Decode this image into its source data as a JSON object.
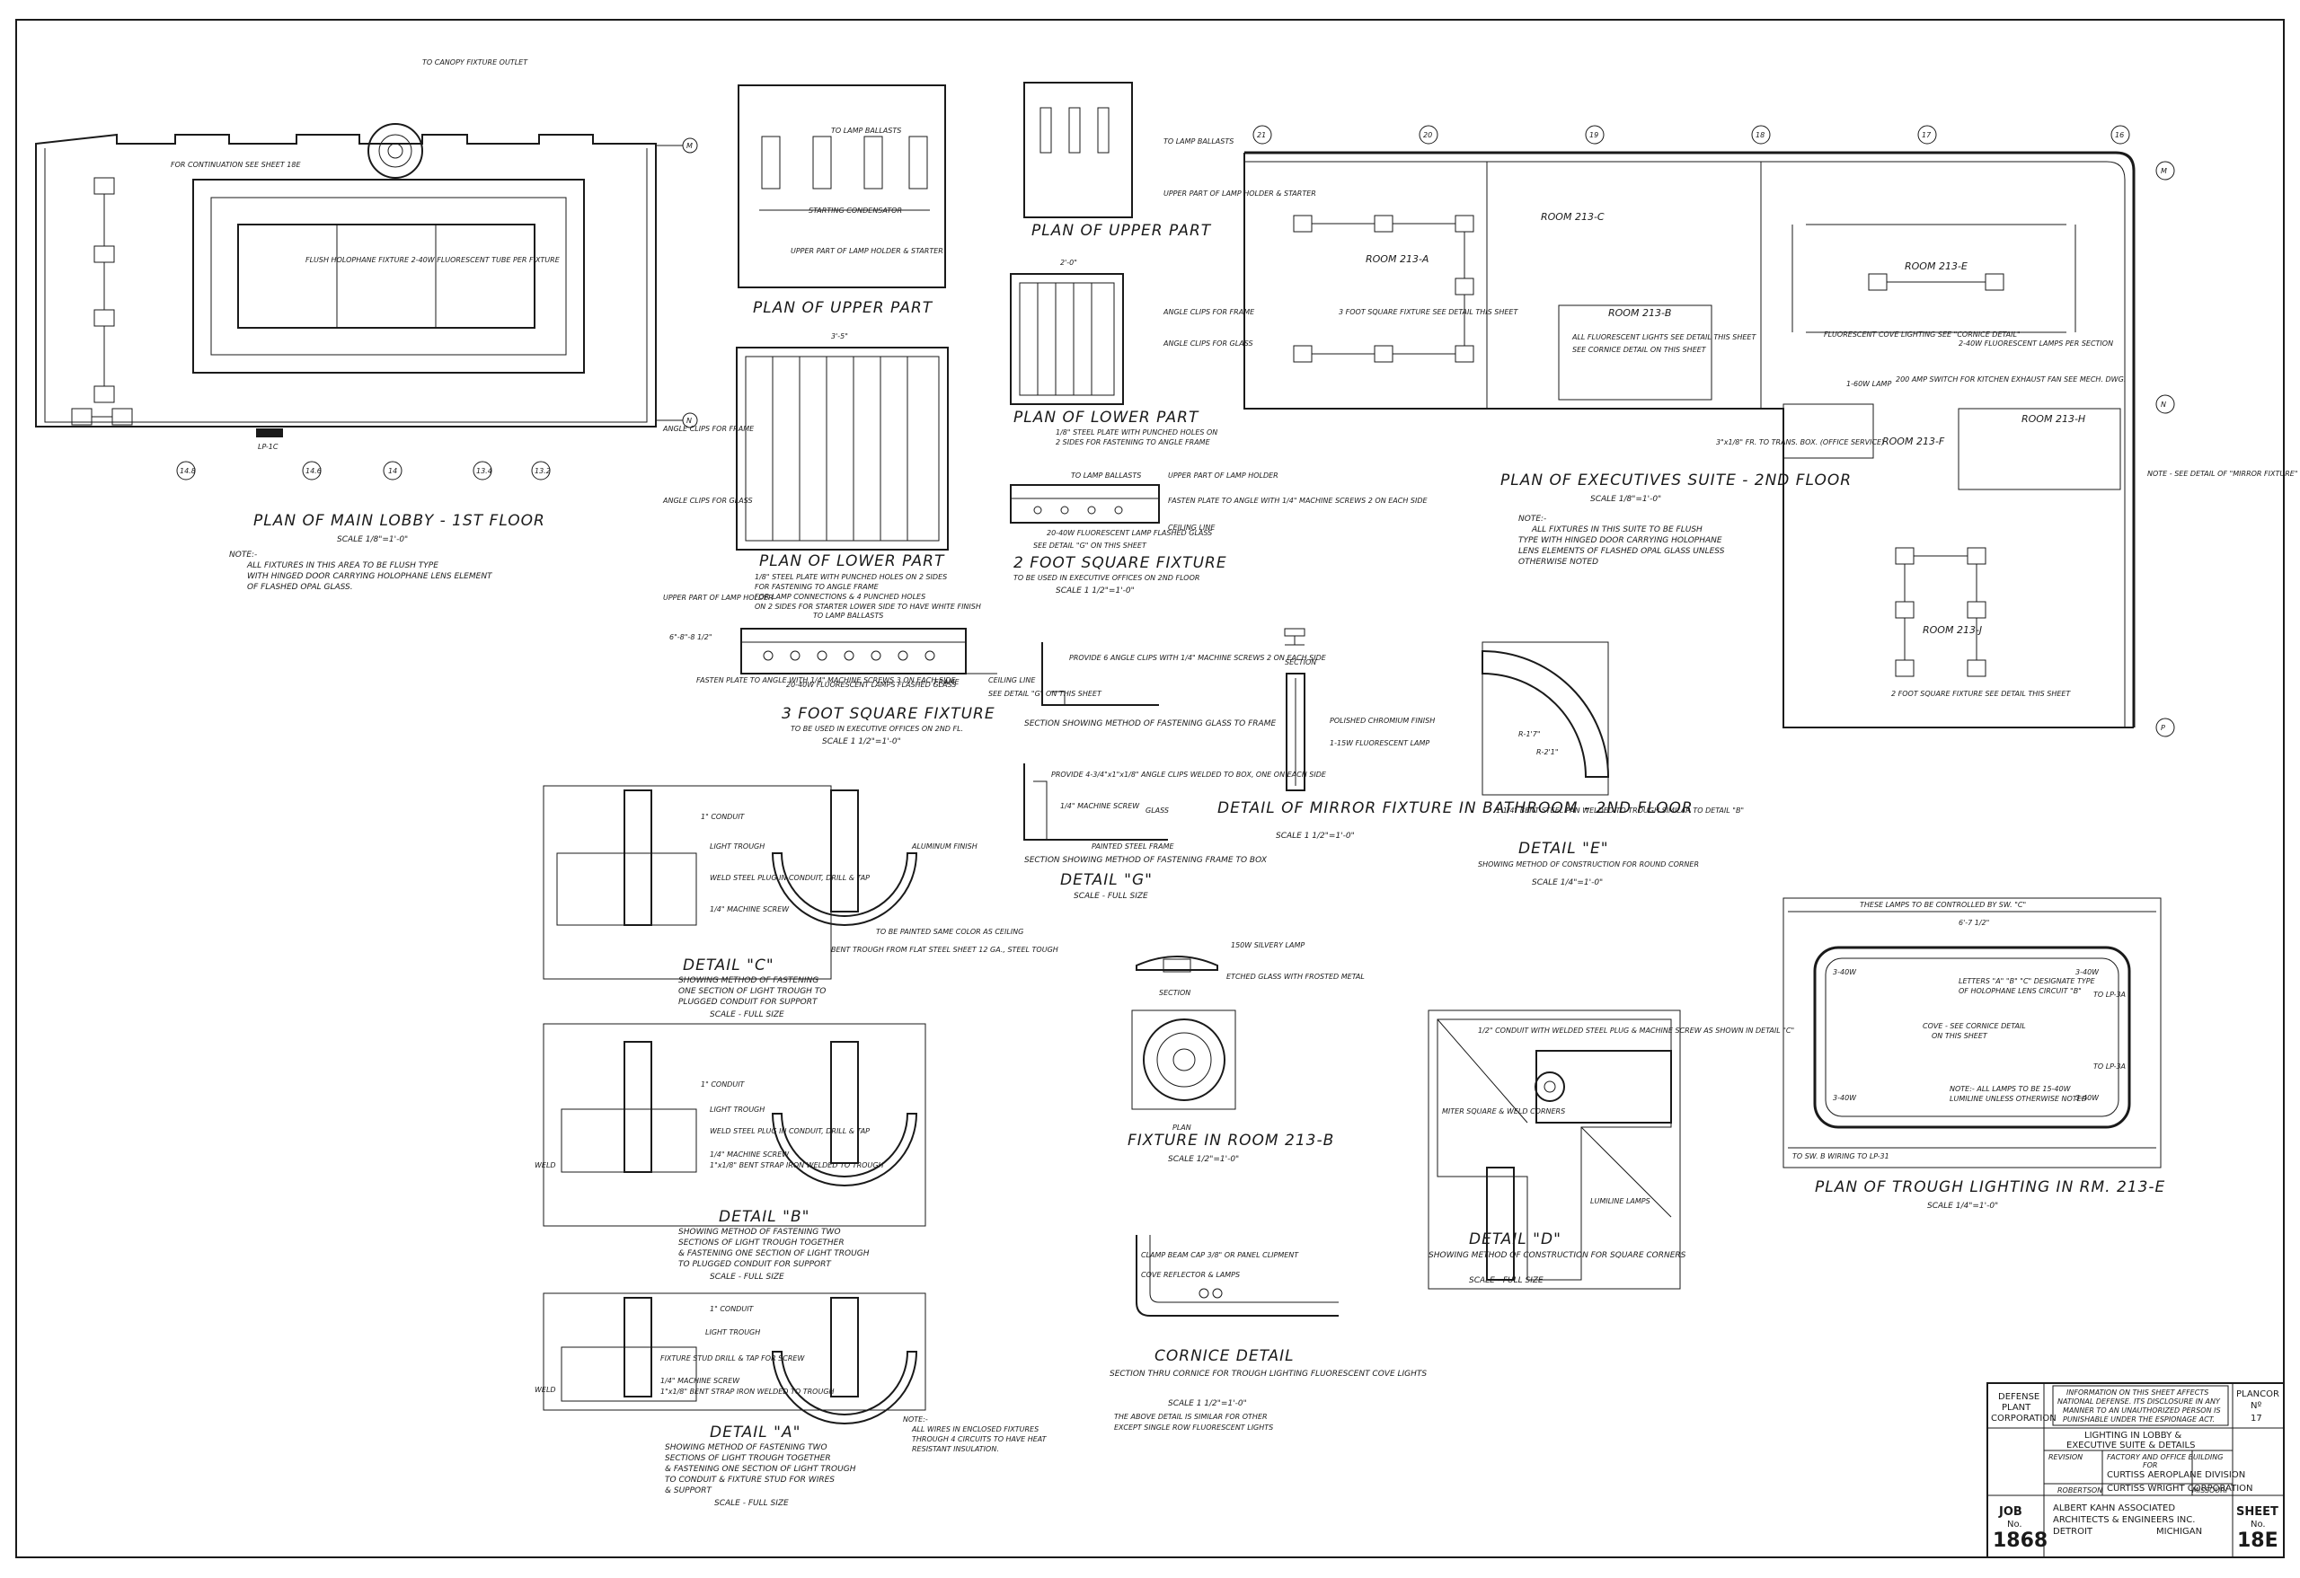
{
  "sheet": {
    "main_lobby": {
      "title": "PLAN OF MAIN LOBBY - 1ST FLOOR",
      "scale": "SCALE 1/8\"=1'-0\"",
      "note_head": "NOTE:-",
      "note_1": "ALL FIXTURES IN THIS AREA TO BE FLUSH TYPE",
      "note_2": "WITH HINGED DOOR CARRYING HOLOPHANE LENS ELEMENT",
      "note_3": "OF FLASHED OPAL GLASS.",
      "canopy_label": "TO CANOPY FIXTURE OUTLET",
      "continuation_label": "FOR CONTINUATION SEE SHEET 18E",
      "flush_label": "FLUSH HOLOPHANE FIXTURE 2-40W FLUORESCENT TUBE PER FIXTURE",
      "panel_label": "LP-1C",
      "col_markers": [
        "14.8",
        "14.6",
        "14",
        "13.4",
        "13.2"
      ],
      "row_marker_top": "M",
      "row_marker_bottom": "N"
    },
    "upper_plan": {
      "title": "PLAN OF UPPER PART",
      "ballast_label": "TO LAMP BALLASTS",
      "starting_label": "STARTING CONDENSATOR",
      "holder_label": "UPPER PART OF LAMP HOLDER & STARTER",
      "dim_label": "6\"-8\"-8 1/2\""
    },
    "lower_plan": {
      "title": "PLAN OF LOWER PART",
      "top_dim": "3'-5\"",
      "angle_clips_frame": "ANGLE CLIPS FOR FRAME",
      "angle_clips_glass": "ANGLE CLIPS FOR GLASS",
      "note_1": "1/8\" STEEL PLATE WITH PUNCHED HOLES ON 2 SIDES",
      "note_2": "FOR FASTENING TO ANGLE FRAME",
      "note_3": "FOR LAMP CONNECTIONS & 4 PUNCHED HOLES",
      "note_4": "ON 2 SIDES FOR STARTER LOWER SIDE TO HAVE WHITE FINISH"
    },
    "fixture3": {
      "title": "3 FOOT SQUARE FIXTURE",
      "subtitle": "TO BE USED IN EXECUTIVE OFFICES ON 2ND FL.",
      "scale": "SCALE 1 1/2\"=1'-0\"",
      "upper_part_label": "UPPER PART OF LAMP HOLDER",
      "ballast_label": "TO LAMP BALLASTS",
      "lamps_label": "20-40W FLUORESCENT LAMPS FLASHED GLASS",
      "fasten_label": "FASTEN PLATE TO ANGLE WITH 1/4\" MACHINE SCREWS 3 ON EACH SIDE",
      "detail_ref": "SEE DETAIL \"G\" ON THIS SHEET",
      "frame_label": "FRAME",
      "ceiling_label": "CEILING LINE",
      "dim_label": "6\"-8\"-8 1/2\""
    },
    "upper_plan2": {
      "title": "PLAN OF UPPER PART",
      "ballast_label": "TO LAMP BALLASTS",
      "holder_label": "UPPER PART OF LAMP HOLDER & STARTER"
    },
    "lower_plan2": {
      "title": "PLAN OF LOWER PART",
      "top_dim": "2'-0\"",
      "angle_clips_frame": "ANGLE CLIPS FOR FRAME",
      "angle_clips_glass": "ANGLE CLIPS FOR GLASS",
      "note_1": "1/8\" STEEL PLATE WITH PUNCHED HOLES ON",
      "note_2": "2 SIDES FOR FASTENING TO ANGLE FRAME"
    },
    "fixture2": {
      "title": "2 FOOT SQUARE FIXTURE",
      "subtitle": "TO BE USED IN EXECUTIVE OFFICES ON 2ND FLOOR",
      "scale": "SCALE 1 1/2\"=1'-0\"",
      "ballast_label": "TO LAMP BALLASTS",
      "holder_label": "UPPER PART OF LAMP HOLDER",
      "lamps_label": "20-40W FLUORESCENT LAMP FLASHED GLASS",
      "fasten_label": "FASTEN PLATE TO ANGLE WITH 1/4\" MACHINE SCREWS 2 ON EACH SIDE",
      "ceiling_label": "CEILING LINE",
      "detail_ref": "SEE DETAIL \"G\" ON THIS SHEET"
    },
    "section_glass": {
      "title": "SECTION SHOWING METHOD OF FASTENING GLASS TO FRAME",
      "label": "PROVIDE 6 ANGLE CLIPS WITH 1/4\" MACHINE SCREWS 2 ON EACH SIDE"
    },
    "detail_g": {
      "title": "SECTION SHOWING METHOD OF FASTENING FRAME TO BOX",
      "name": "DETAIL \"G\"",
      "scale": "SCALE - FULL SIZE",
      "label_1": "PROVIDE 4-3/4\"x1\"x1/8\" ANGLE CLIPS WELDED TO BOX, ONE ON EACH SIDE",
      "label_2": "1/4\" MACHINE SCREW",
      "label_3": "GLASS",
      "label_4": "PAINTED STEEL FRAME"
    },
    "mirror": {
      "section_label": "SECTION",
      "title": "DETAIL OF MIRROR FIXTURE IN BATHROOM - 2ND FLOOR",
      "scale": "SCALE 1 1/2\"=1'-0\"",
      "label_1": "POLISHED CHROMIUM FINISH",
      "label_2": "1-15W FLUORESCENT LAMP"
    },
    "detail_e": {
      "title": "DETAIL \"E\"",
      "subtitle": "SHOWING METHOD OF CONSTRUCTION FOR ROUND CORNER",
      "scale": "SCALE 1/4\"=1'-0\"",
      "label": "1 1/4\" BENT STEEL PAN WELDED TO TROUGH SIMILAR TO DETAIL \"B\"",
      "r1": "R-1'7\"",
      "r2": "R-2'1\""
    },
    "exec_suite": {
      "title": "PLAN OF EXECUTIVES SUITE - 2ND FLOOR",
      "scale": "SCALE 1/8\"=1'-0\"",
      "note_head": "NOTE:-",
      "note_1": "ALL FIXTURES IN THIS SUITE TO BE FLUSH",
      "note_2": "TYPE WITH HINGED DOOR CARRYING HOLOPHANE",
      "note_3": "LENS ELEMENTS OF FLASHED OPAL GLASS UNLESS",
      "note_4": "OTHERWISE NOTED",
      "rooms": [
        "ROOM 213-A",
        "ROOM 213-B",
        "ROOM 213-C",
        "ROOM 213-E",
        "ROOM 213-F",
        "ROOM 213-H",
        "ROOM 213-J"
      ],
      "col_markers": [
        "21",
        "20",
        "19",
        "18",
        "17",
        "16"
      ],
      "row_markers": [
        "M",
        "N",
        "P"
      ],
      "lbl_2ft": "2 FOOT SQUARE FIXTURE SEE DETAIL THIS SHEET",
      "lbl_3ft": "3 FOOT SQUARE FIXTURE SEE DETAIL THIS SHEET",
      "lbl_cove": "FLUORESCENT COVE LIGHTING SEE \"CORNICE DETAIL\"",
      "lbl_trough": "2-40W FLUORESCENT LAMPS PER SECTION",
      "lbl_mirror": "NOTE - SEE DETAIL OF \"MIRROR FIXTURE\" THIS SHEET",
      "lbl_switch": "200 AMP SWITCH FOR KITCHEN EXHAUST FAN SEE MECH. DWG.",
      "lbl_lamp": "1-60W LAMP",
      "lbl_ceiling": "ALL FLUORESCENT LIGHTS SEE DETAIL THIS SHEET",
      "lbl_cornice": "SEE CORNICE DETAIL ON THIS SHEET",
      "lbl_hdrs": "3\"x1/8\" FR. TO TRANS. BOX. (OFFICE SERVICE)"
    },
    "detail_c": {
      "title": "DETAIL \"C\"",
      "sub_1": "SHOWING METHOD OF FASTENING",
      "sub_2": "ONE SECTION OF LIGHT TROUGH TO",
      "sub_3": "PLUGGED CONDUIT FOR SUPPORT",
      "scale": "SCALE - FULL SIZE",
      "lbl_conduit": "1\" CONDUIT",
      "lbl_trough": "LIGHT TROUGH",
      "lbl_weld": "WELD STEEL PLUG IN CONDUIT, DRILL & TAP",
      "lbl_screw": "1/4\" MACHINE SCREW",
      "lbl_finish": "ALUMINUM FINISH",
      "lbl_paint": "TO BE PAINTED SAME COLOR AS CEILING",
      "lbl_bent": "BENT TROUGH FROM FLAT STEEL SHEET 12 GA., STEEL TOUGH"
    },
    "detail_b": {
      "title": "DETAIL \"B\"",
      "sub_1": "SHOWING METHOD OF FASTENING TWO",
      "sub_2": "SECTIONS OF LIGHT TROUGH TOGETHER",
      "sub_3": "& FASTENING ONE SECTION OF LIGHT TROUGH",
      "sub_4": "TO PLUGGED CONDUIT FOR SUPPORT",
      "scale": "SCALE - FULL SIZE",
      "lbl_conduit": "1\" CONDUIT",
      "lbl_trough": "LIGHT TROUGH",
      "lbl_weld": "WELD STEEL PLUG IN CONDUIT, DRILL & TAP",
      "lbl_screw": "1/4\" MACHINE SCREW",
      "lbl_strip": "1\"x1/8\" BENT STRAP IRON WELDED TO TROUGH",
      "lbl_weld2": "WELD"
    },
    "detail_a": {
      "title": "DETAIL \"A\"",
      "sub_1": "SHOWING METHOD OF FASTENING TWO",
      "sub_2": "SECTIONS OF LIGHT TROUGH TOGETHER",
      "sub_3": "& FASTENING ONE SECTION OF LIGHT TROUGH",
      "sub_4": "TO CONDUIT & FIXTURE STUD FOR WIRES",
      "sub_5": "& SUPPORT",
      "scale": "SCALE - FULL SIZE",
      "lbl_conduit": "1\" CONDUIT",
      "lbl_trough": "LIGHT TROUGH",
      "lbl_stud": "FIXTURE STUD DRILL & TAP FOR SCREW",
      "lbl_screw": "1/4\" MACHINE SCREW",
      "lbl_strip": "1\"x1/8\" BENT STRAP IRON WELDED TO TROUGH",
      "lbl_weld": "WELD",
      "note_1": "NOTE:-",
      "note_2": "ALL WIRES IN ENCLOSED FIXTURES",
      "note_3": "THROUGH 4 CIRCUITS TO HAVE HEAT",
      "note_4": "RESISTANT INSULATION."
    },
    "fixture_213b": {
      "section_label": "SECTION",
      "plan_label": "PLAN",
      "title": "FIXTURE IN ROOM 213-B",
      "scale": "SCALE 1/2\"=1'-0\"",
      "lamp_label": "150W SILVERY LAMP",
      "glass_label": "ETCHED GLASS WITH FROSTED METAL"
    },
    "detail_d": {
      "title": "DETAIL \"D\"",
      "sub": "SHOWING METHOD OF CONSTRUCTION FOR SQUARE CORNERS",
      "scale": "SCALE - FULL SIZE",
      "lbl_1": "1/2\" CONDUIT WITH WELDED STEEL PLUG & MACHINE SCREW AS SHOWN IN DETAIL \"C\"",
      "lbl_2": "MITER SQUARE & WELD CORNERS",
      "lbl_3": "LUMILINE LAMPS"
    },
    "cornice": {
      "title": "CORNICE DETAIL",
      "sub": "SECTION THRU CORNICE FOR TROUGH LIGHTING FLUORESCENT COVE LIGHTS",
      "scale": "SCALE 1 1/2\"=1'-0\"",
      "note_1": "THE ABOVE DETAIL IS SIMILAR FOR OTHER",
      "note_2": "EXCEPT SINGLE ROW FLUORESCENT LIGHTS",
      "lbl_1": "CLAMP BEAM CAP 3/8\" OR PANEL CLIPMENT",
      "lbl_2": "COVE REFLECTOR & LAMPS"
    },
    "trough_plan": {
      "title": "PLAN OF TROUGH LIGHTING IN RM. 213-E",
      "scale": "SCALE 1/4\"=1'-0\"",
      "top_note": "THESE LAMPS TO BE CONTROLLED BY SW. \"C\"",
      "bottom_note": "TO SW. B WIRING TO LP-31",
      "center_1": "LETTERS \"A\" \"B\" \"C\" DESIGNATE TYPE",
      "center_2": "OF HOLOPHANE LENS CIRCUIT \"B\"",
      "center_3": "COVE - SEE CORNICE DETAIL",
      "center_4": "ON THIS SHEET",
      "center_5": "NOTE:- ALL LAMPS TO BE 15-40W",
      "center_6": "LUMILINE UNLESS OTHERWISE NOTED",
      "lamp_lbl": "3-40W",
      "lp_lbl": "TO LP-3A",
      "dim_label": "6'-7 1/2\""
    },
    "title_block": {
      "defense_1": "DEFENSE",
      "defense_2": "PLANT",
      "defense_3": "CORPORATION",
      "notice_1": "INFORMATION ON THIS SHEET AFFECTS",
      "notice_2": "NATIONAL DEFENSE. ITS DISCLOSURE IN ANY",
      "notice_3": "MANNER TO AN UNAUTHORIZED PERSON IS",
      "notice_4": "PUNISHABLE UNDER THE ESPIONAGE ACT.",
      "plancor_1": "PLANCOR",
      "plancor_2": "Nº",
      "plancor_3": "17",
      "dwg_title_1": "LIGHTING IN LOBBY &",
      "dwg_title_2": "EXECUTIVE SUITE & DETAILS",
      "building": "FACTORY AND OFFICE BUILDING",
      "for_label": "FOR",
      "client": "CURTISS AEROPLANE DIVISION",
      "corp": "CURTISS WRIGHT CORPORATION",
      "city": "ROBERTSON",
      "state": "MISSOURI",
      "revision": "REVISION",
      "arch_1": "ALBERT KAHN ASSOCIATED",
      "arch_2": "ARCHITECTS & ENGINEERS INC.",
      "arch_3": "DETROIT",
      "arch_4": "MICHIGAN",
      "job_label": "JOB",
      "job_no_label": "No.",
      "job_no": "1868",
      "sheet_label": "SHEET",
      "sheet_no_label": "No.",
      "sheet_no": "18E"
    }
  }
}
